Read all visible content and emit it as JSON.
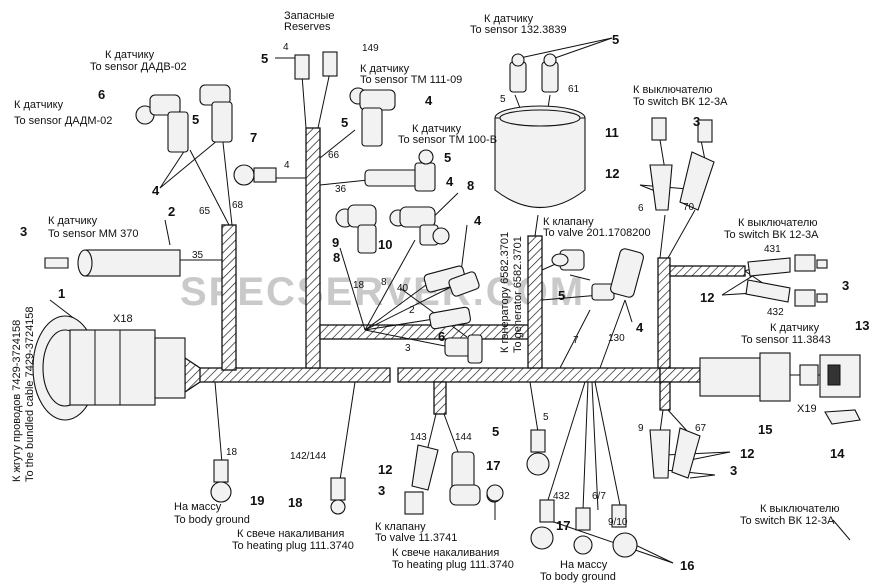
{
  "watermark": "SPECSERVER.COM",
  "labels": {
    "reserves_ru": "Запасные",
    "reserves_en": "Reserves",
    "sensor_132_ru": "К датчику",
    "sensor_132_en": "To sensor 132.3839",
    "sensor_dadv_ru": "К датчику",
    "sensor_dadv_en": "To sensor ДАДВ-02",
    "sensor_tm111_ru": "К датчику",
    "sensor_tm111_en": "To sensor ТМ 111-09",
    "sensor_dadm_ru": "К датчику",
    "sensor_dadm_en": "To sensor ДАДМ-02",
    "sensor_tm100_ru": "К датчику",
    "sensor_tm100_en": "To sensor ТМ 100-В",
    "switch_top_ru": "К выключателю",
    "switch_top_en": "To switch ВК 12-3А",
    "sensor_mm370_ru": "К датчику",
    "sensor_mm370_en": "To sensor ММ 370",
    "valve_201_ru": "К клапану",
    "valve_201_en": "To valve 201.1708200",
    "switch_mid_ru": "К выключателю",
    "switch_mid_en": "To switch ВК 12-3А",
    "generator_ru": "К генератору 6582.3701",
    "generator_en": "To generator 6582.3701",
    "sensor_11_ru": "К датчику",
    "sensor_11_en": "To sensor 11.3843",
    "cable_ru": "К жгуту проводов 7429-3724158",
    "cable_en": "To the bundled cable 7429-3724158",
    "ground_left_ru": "На массу",
    "ground_left_en": "To body ground",
    "heating_left_ru": "К свече накаливания",
    "heating_left_en": "To heating plug 111.3740",
    "valve_11_ru": "К клапану",
    "valve_11_en": "To valve 11.3741",
    "heating_mid_ru": "К свече накаливания",
    "heating_mid_en": "To heating plug 111.3740",
    "ground_bottom_ru": "На массу",
    "ground_bottom_en": "To body ground",
    "switch_bottom_ru": "К выключателю",
    "switch_bottom_en": "To switch ВК 12-3А",
    "x18": "X18",
    "x19": "X19"
  },
  "callouts": {
    "c1": "1",
    "c2": "2",
    "c3a": "3",
    "c3b": "3",
    "c3c": "3",
    "c3d": "3",
    "c3e": "3",
    "c4a": "4",
    "c4b": "4",
    "c4c": "4",
    "c4d": "4",
    "c4e": "4",
    "c5a": "5",
    "c5b": "5",
    "c5c": "5",
    "c5d": "5",
    "c5e": "5",
    "c5f": "5",
    "c5g": "5",
    "c6a": "6",
    "c6b": "6",
    "c7": "7",
    "c8a": "8",
    "c8b": "8",
    "c9": "9",
    "c10": "10",
    "c11": "11",
    "c12a": "12",
    "c12b": "12",
    "c12c": "12",
    "c12d": "12",
    "c13": "13",
    "c14": "14",
    "c15": "15",
    "c16": "16",
    "c17a": "17",
    "c17b": "17",
    "c18": "18",
    "c19": "19"
  },
  "wires": {
    "w4a": "4",
    "w149": "149",
    "w5": "5",
    "w61": "61",
    "w66": "66",
    "w4b": "4",
    "w36": "36",
    "w65": "65",
    "w68": "68",
    "w35": "35",
    "w18a": "18",
    "w8": "8",
    "w40": "40",
    "w2": "2",
    "w3": "3",
    "w7": "7",
    "w130": "130",
    "w6": "6",
    "w70": "70",
    "w431": "431",
    "w432a": "432",
    "w9": "9",
    "w67": "67",
    "w18b": "18",
    "w142": "142/144",
    "w143": "143",
    "w144": "144",
    "w5b": "5",
    "w432b": "432",
    "w67b": "6/7",
    "w910": "9/10"
  }
}
